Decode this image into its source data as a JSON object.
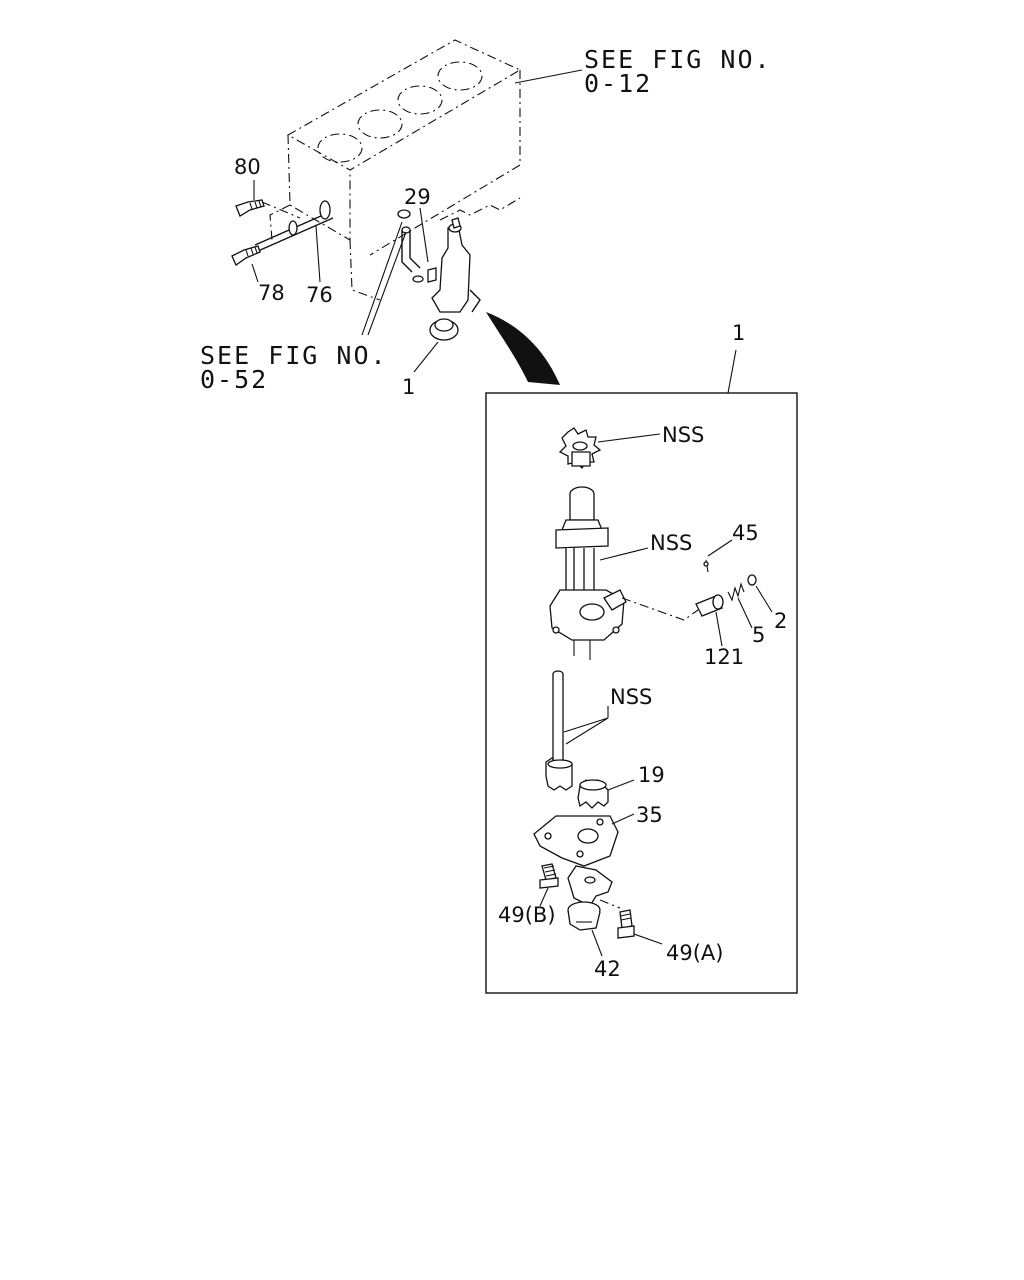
{
  "references": {
    "fig_0_12": {
      "line1": "SEE FIG NO.",
      "line2": "0-12"
    },
    "fig_0_52": {
      "line1": "SEE FIG NO.",
      "line2": "0-52"
    }
  },
  "callouts": {
    "c80": "80",
    "c78": "78",
    "c76": "76",
    "c29": "29",
    "c1_main": "1",
    "c1_box": "1",
    "nss_gear": "NSS",
    "nss_body": "NSS",
    "nss_shaft": "NSS",
    "c45": "45",
    "c2": "2",
    "c5": "5",
    "c121": "121",
    "c19": "19",
    "c35": "35",
    "c49b": "49(B)",
    "c49a": "49(A)",
    "c42": "42"
  }
}
